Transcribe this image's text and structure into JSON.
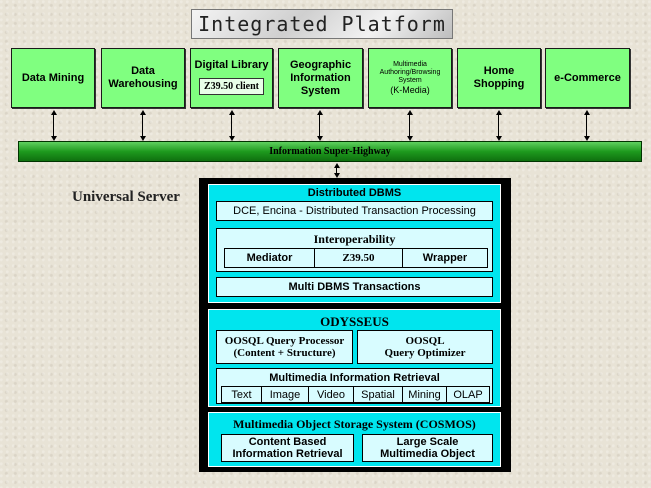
{
  "title": "Integrated Platform",
  "top_boxes": [
    {
      "label": "Data Mining"
    },
    {
      "label": "Data Warehousing"
    },
    {
      "label": "Digital Library",
      "sub": "Z39.50 client"
    },
    {
      "label": "Geographic Information System"
    },
    {
      "label": "Multimedia Authoring/Browsing System",
      "sub": "(K-Media)"
    },
    {
      "label": "Home Shopping"
    },
    {
      "label": "e-Commerce"
    }
  ],
  "highway": "Information Super-Highway",
  "universal_server": "Universal Server",
  "distributed": {
    "title": "Distributed DBMS",
    "dce": "DCE, Encina - Distributed Transaction Processing",
    "interop_title": "Interoperability",
    "interop_items": [
      "Mediator",
      "Z39.50",
      "Wrapper"
    ],
    "multi": "Multi DBMS Transactions"
  },
  "odysseus": {
    "title": "ODYSSEUS",
    "qp_line1": "OOSQL Query Processor",
    "qp_line2": "(Content + Structure)",
    "qo_line1": "OOSQL",
    "qo_line2": "Query Optimizer",
    "mir_title": "Multimedia Information Retrieval",
    "mir_items": [
      "Text",
      "Image",
      "Video",
      "Spatial",
      "Mining",
      "OLAP"
    ]
  },
  "cosmos": {
    "title": "Multimedia Object Storage System (COSMOS)",
    "cb_line1": "Content Based",
    "cb_line2": "Information Retrieval",
    "ls_line1": "Large Scale",
    "ls_line2": "Multimedia Object"
  }
}
